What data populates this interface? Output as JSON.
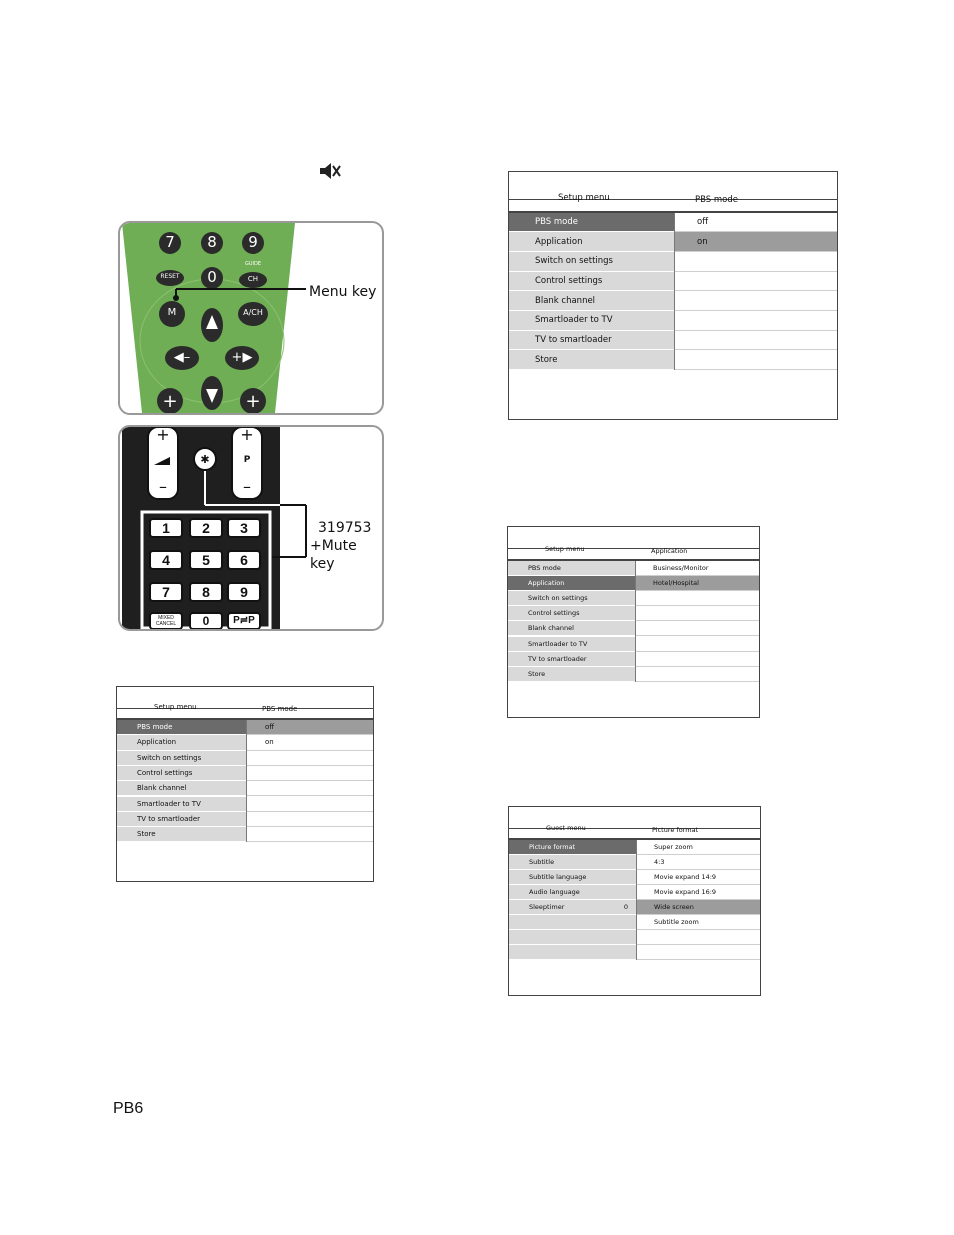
{
  "remote_top": {
    "keys_row1": [
      "7",
      "8",
      "9"
    ],
    "reset": "RESET",
    "zero": "0",
    "guide": "GUIDE",
    "ch": "CH",
    "m": "M",
    "ach": "A/CH",
    "minus": "◀–",
    "plus": "+▶",
    "menu_key_callout": "Menu key"
  },
  "remote_bottom": {
    "vol_plus": "+",
    "vol_minus": "–",
    "p_plus": "+",
    "p_label": "P",
    "p_minus": "–",
    "digits": [
      "1",
      "2",
      "3",
      "4",
      "5",
      "6",
      "7",
      "8",
      "9"
    ],
    "mixed_cancel": "MIXED CANCEL",
    "zero": "0",
    "ppp": "P≓P",
    "code_callout": "319753",
    "mute_callout": "+Mute key"
  },
  "menu_a": {
    "left_title": "Setup menu",
    "right_title": "PBS mode",
    "rows": [
      {
        "left": "PBS mode",
        "right": "off"
      },
      {
        "left": "Application",
        "right": "on"
      },
      {
        "left": "Switch on settings",
        "right": ""
      },
      {
        "left": "Control settings",
        "right": ""
      },
      {
        "left": "Blank channel",
        "right": ""
      },
      {
        "left": "Smartloader to TV",
        "right": ""
      },
      {
        "left": "TV to smartloader",
        "right": ""
      },
      {
        "left": "Store",
        "right": ""
      }
    ]
  },
  "menu_b": {
    "left_title": "Setup menu",
    "right_title": "PBS mode",
    "rows": [
      {
        "left": "PBS mode",
        "right": "off"
      },
      {
        "left": "Application",
        "right": "on"
      },
      {
        "left": "Switch on settings",
        "right": ""
      },
      {
        "left": "Control settings",
        "right": ""
      },
      {
        "left": "Blank channel",
        "right": ""
      },
      {
        "left": "Smartloader to TV",
        "right": ""
      },
      {
        "left": "TV to smartloader",
        "right": ""
      },
      {
        "left": "Store",
        "right": ""
      }
    ]
  },
  "menu_c": {
    "left_title": "Setup menu",
    "right_title": "Application",
    "rows": [
      {
        "left": "PBS mode",
        "right": "Business/Monitor"
      },
      {
        "left": "Application",
        "right": "Hotel/Hospital"
      },
      {
        "left": "Switch on settings",
        "right": ""
      },
      {
        "left": "Control settings",
        "right": ""
      },
      {
        "left": "Blank channel",
        "right": ""
      },
      {
        "left": "Smartloader to TV",
        "right": ""
      },
      {
        "left": "TV to smartloader",
        "right": ""
      },
      {
        "left": "Store",
        "right": ""
      }
    ]
  },
  "menu_d": {
    "left_title": "Guest menu",
    "right_title": "Picture format",
    "rows": [
      {
        "left": "Picture format",
        "value": "",
        "right": "Super zoom"
      },
      {
        "left": "Subtitle",
        "value": "",
        "right": "4:3"
      },
      {
        "left": "Subtitle language",
        "value": "",
        "right": "Movie expand 14:9"
      },
      {
        "left": "Audio language",
        "value": "",
        "right": "Movie expand 16:9"
      },
      {
        "left": "Sleeptimer",
        "value": "0",
        "right": "Wide screen"
      },
      {
        "left": "",
        "value": "",
        "right": "Subtitle zoom"
      },
      {
        "left": "",
        "value": "",
        "right": ""
      },
      {
        "left": "",
        "value": "",
        "right": ""
      }
    ]
  },
  "footer": {
    "code": "PB6"
  },
  "colors": {
    "remote_green": "#6fae55",
    "remote_dark": "#2b2b2b",
    "selected_row": "#6b6b6b",
    "highlight_value": "#9c9c9c"
  }
}
